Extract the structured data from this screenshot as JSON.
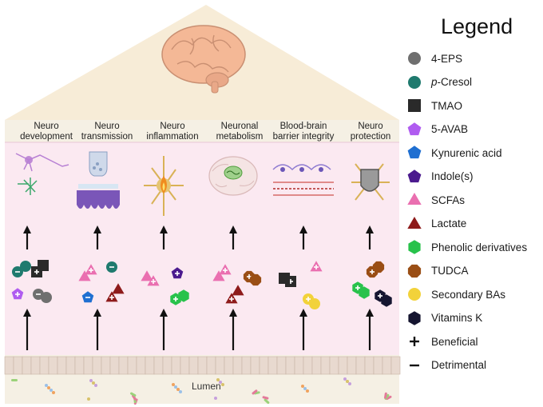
{
  "columns": [
    {
      "label": "Neuro\ndevelopment"
    },
    {
      "label": "Neuro\ntransmission"
    },
    {
      "label": "Neuro\ninflammation"
    },
    {
      "label": "Neuronal\nmetabolism"
    },
    {
      "label": "Blood-brain\nbarrier integrity"
    },
    {
      "label": "Neuro\nprotection"
    }
  ],
  "legend": {
    "title": "Legend",
    "items": [
      {
        "label": "4-EPS",
        "icon": "gray-circle-icon",
        "color": "#6f6f6f"
      },
      {
        "label": "p-Cresol",
        "icon": "teal-circle-icon",
        "color": "#1f7a6e"
      },
      {
        "label": "TMAO",
        "icon": "black-square-icon",
        "color": "#2a2a2a"
      },
      {
        "label": "5-AVAB",
        "icon": "violet-pentagon-icon",
        "color": "#b05cf0"
      },
      {
        "label": "Kynurenic acid",
        "icon": "blue-pentagon-icon",
        "color": "#1f6fd1"
      },
      {
        "label": "Indole(s)",
        "icon": "purple-pentagon-icon",
        "color": "#4b1a8e"
      },
      {
        "label": "SCFAs",
        "icon": "pink-triangle-icon",
        "color": "#ea6fb0"
      },
      {
        "label": "Lactate",
        "icon": "darkred-triangle-icon",
        "color": "#8e1b1b"
      },
      {
        "label": "Phenolic derivatives",
        "icon": "green-hexagon-icon",
        "color": "#28c24b"
      },
      {
        "label": "TUDCA",
        "icon": "brown-octagon-icon",
        "color": "#9a4e15"
      },
      {
        "label": "Secondary BAs",
        "icon": "yellow-circle-icon",
        "color": "#f2d23a"
      },
      {
        "label": "Vitamins K",
        "icon": "black-hexagon-icon",
        "color": "#151530"
      },
      {
        "label": "Beneficial",
        "icon": "plus-icon",
        "color": "#111111"
      },
      {
        "label": "Detrimental",
        "icon": "minus-icon",
        "color": "#111111"
      }
    ]
  },
  "lumen_label": "Lumen",
  "colors": {
    "roof": "#f7ecd7",
    "panel": "#fbe9f1",
    "wall": "#f5f0e4",
    "gut": "#e8d9cf",
    "arrow": "#111111"
  }
}
